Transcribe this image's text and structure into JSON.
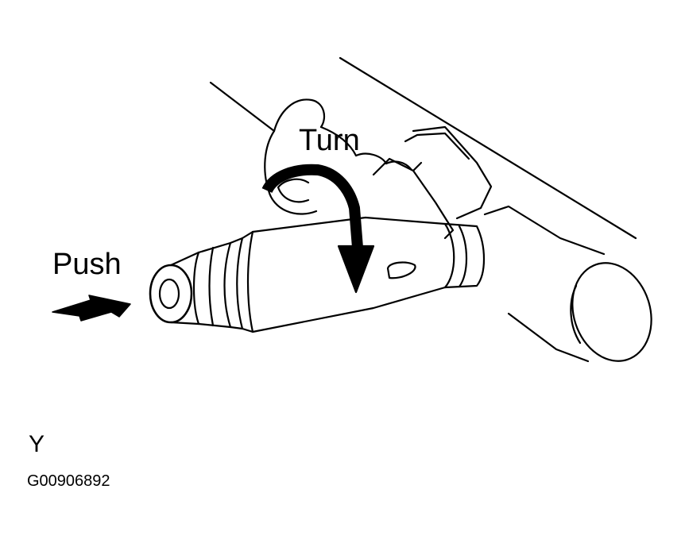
{
  "labels": {
    "turn": "Turn",
    "push": "Push",
    "view": "Y",
    "figure_id": "G00906892"
  },
  "colors": {
    "ink": "#000000",
    "paper": "#ffffff"
  },
  "icons": {
    "push_arrow": "push-arrow-icon",
    "turn_arrow": "turn-arrow-icon"
  }
}
